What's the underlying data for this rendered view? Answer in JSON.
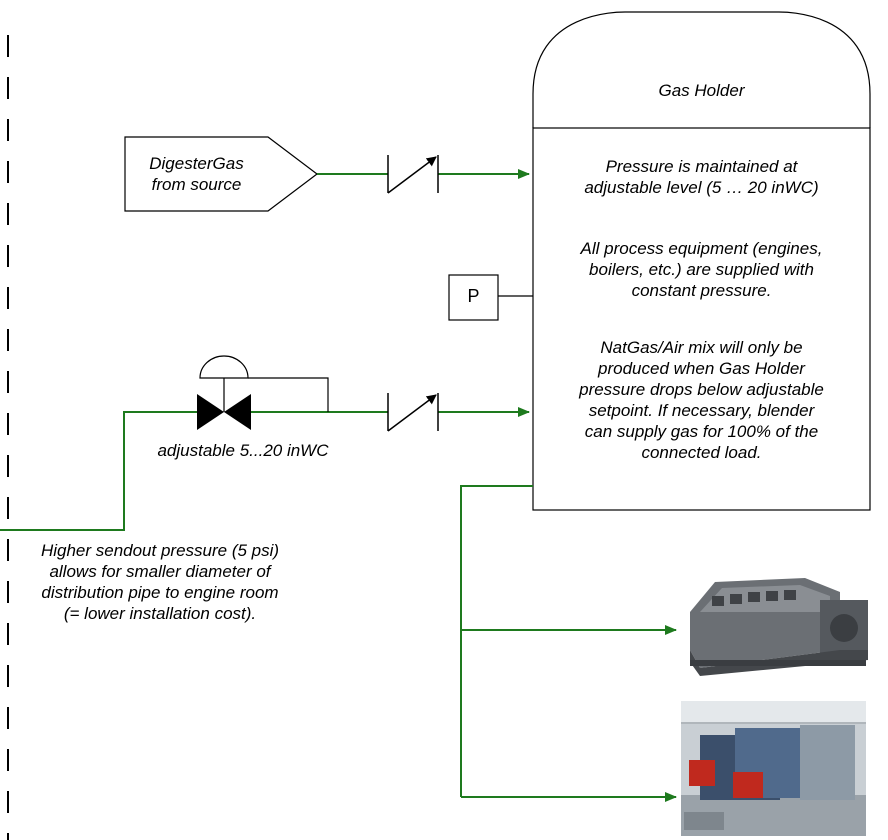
{
  "gas_holder": {
    "title": "Gas Holder",
    "note1": [
      "Pressure is maintained at",
      "adjustable level (5 … 20 inWC)"
    ],
    "note2": [
      "All process equipment (engines,",
      "boilers, etc.) are supplied with",
      "constant pressure."
    ],
    "note3": [
      "NatGas/Air mix will only be",
      "produced when Gas Holder",
      "pressure drops below adjustable",
      "setpoint. If necessary, blender",
      "can supply gas for 100% of the",
      "connected load."
    ]
  },
  "source": {
    "label": [
      "DigesterGas",
      "from source"
    ]
  },
  "pressure_indicator": {
    "label": "P"
  },
  "regulator": {
    "label": "adjustable 5...20 inWC"
  },
  "sendout_note": [
    "Higher sendout pressure (5 psi)",
    "allows for smaller diameter of",
    "distribution pipe to engine room",
    "(= lower installation cost)."
  ],
  "colors": {
    "pipe": "#1e7a1e",
    "line": "#000000",
    "engine": "#5a5e63",
    "boiler_red": "#c0291e"
  },
  "icons": {
    "engine": "engine-generator-icon",
    "boiler": "boiler-room-icon",
    "check_valve": "check-valve-icon",
    "regulator": "pressure-regulator-icon"
  }
}
